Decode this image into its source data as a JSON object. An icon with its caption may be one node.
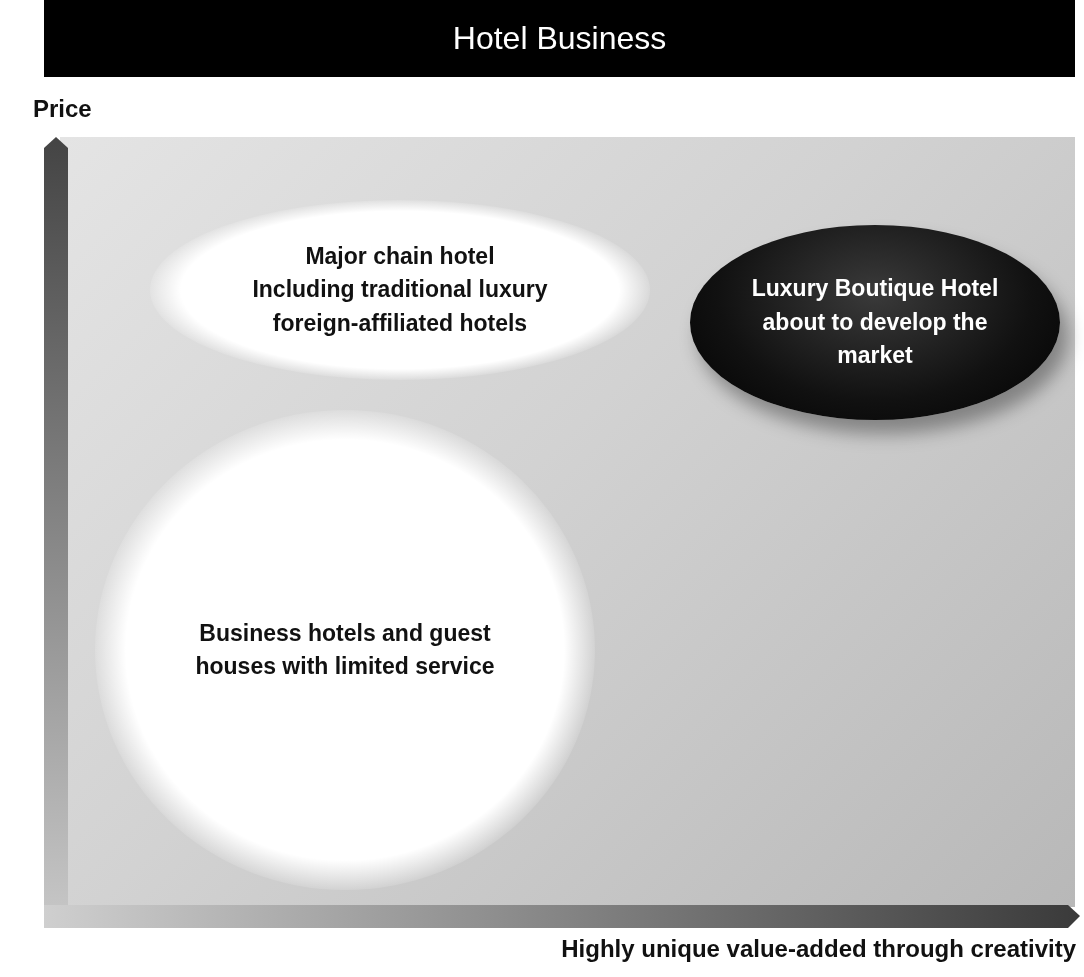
{
  "diagram": {
    "title": "Hotel Business",
    "nodes": [
      {
        "text": [
          "Major chain hotel",
          "Including traditional luxury foreign-affiliated hotels"
        ]
      },
      {
        "text": [
          "Luxury Boutique Hotel about to develop the market"
        ]
      },
      {
        "text": [
          "Business hotels and guest houses with limited service"
        ]
      }
    ],
    "labels": [
      "Price",
      "Highly unique value-added through creativity"
    ]
  }
}
